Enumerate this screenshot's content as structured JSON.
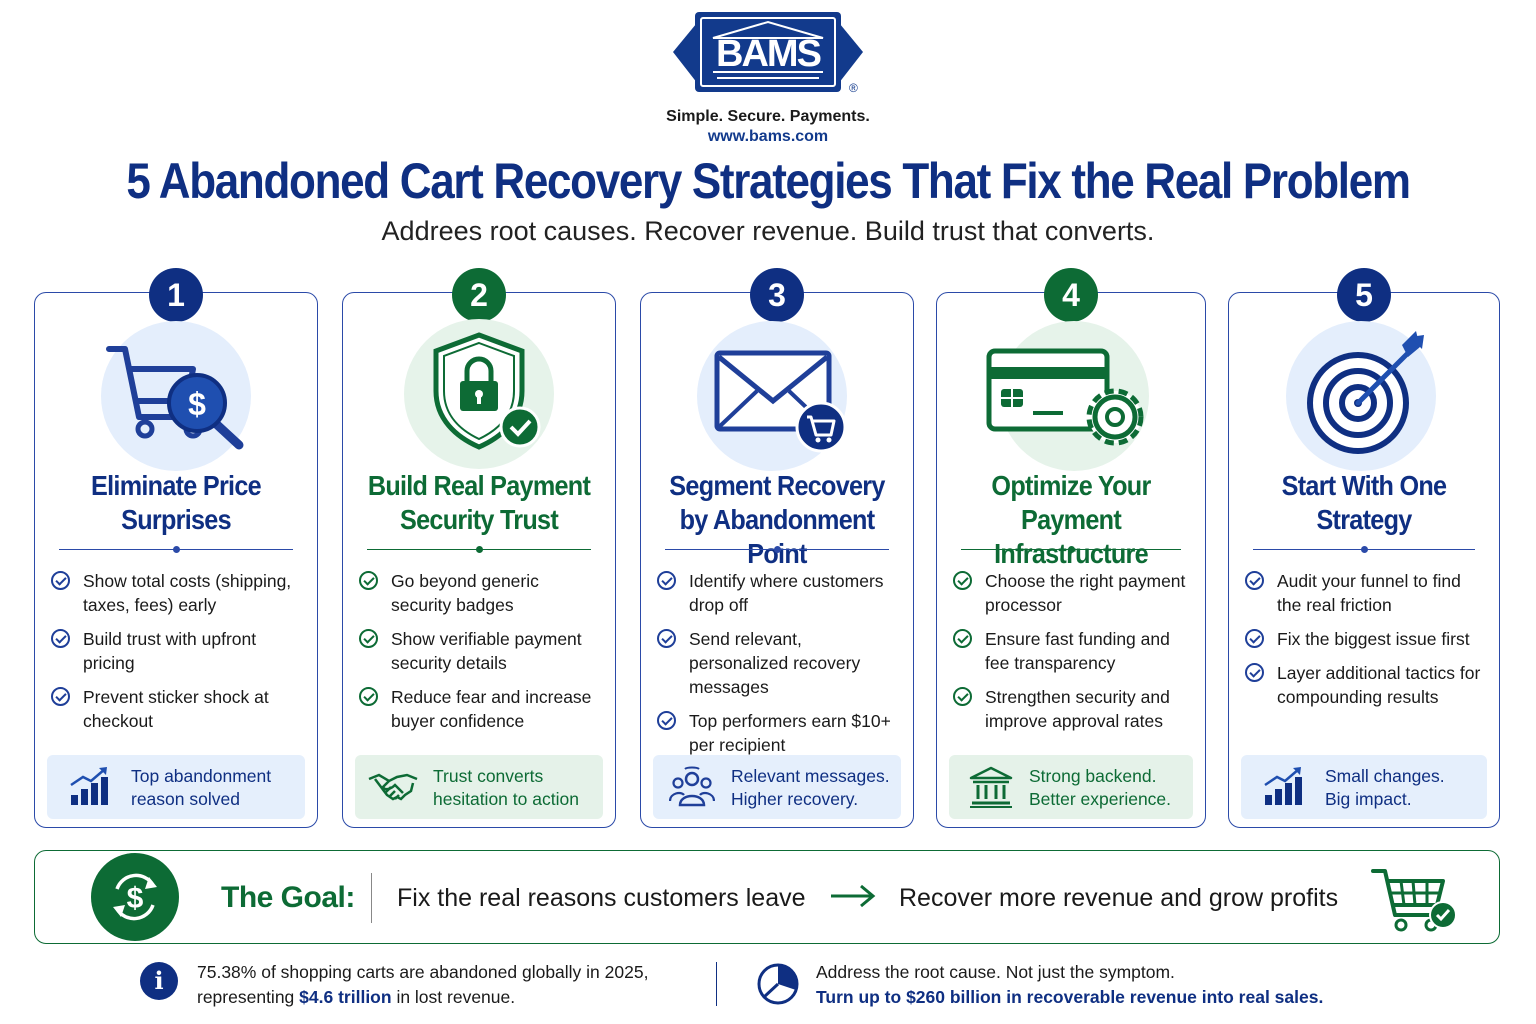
{
  "header": {
    "brand": "BAMS",
    "registered": "®",
    "tagline": "Simple. Secure. Payments.",
    "website": "www.bams.com",
    "title": "5 Abandoned Cart Recovery Strategies That Fix the Real Problem",
    "subtitle": "Addrees root causes. Recover revenue. Build trust that converts."
  },
  "colors": {
    "navy": "#0f2f82",
    "green": "#0d6b35",
    "light_blue": "#e4eefc",
    "light_green": "#e6f3ea"
  },
  "cards": [
    {
      "number": "1",
      "theme": "blue",
      "icon": "cart-magnify-dollar-icon",
      "title_line1": "Eliminate Price",
      "title_line2": "Surprises",
      "items": [
        "Show total costs (shipping, taxes, fees) early",
        "Build trust with upfront pricing",
        "Prevent sticker shock at checkout"
      ],
      "footer_icon": "growth-chart-icon",
      "footer_line1": "Top abandonment",
      "footer_line2": "reason solved"
    },
    {
      "number": "2",
      "theme": "green",
      "icon": "shield-lock-check-icon",
      "title_line1": "Build Real Payment",
      "title_line2": "Security Trust",
      "items": [
        "Go beyond generic security badges",
        "Show verifiable payment security details",
        "Reduce fear and increase buyer confidence"
      ],
      "footer_icon": "handshake-icon",
      "footer_line1": "Trust converts",
      "footer_line2": "hesitation to action"
    },
    {
      "number": "3",
      "theme": "blue",
      "icon": "envelope-cart-icon",
      "title_line1": "Segment Recovery",
      "title_line2": "by Abandonment Point",
      "items": [
        "Identify where customers drop off",
        "Send relevant, personalized recovery messages",
        "Top performers earn $10+ per recipient"
      ],
      "footer_icon": "people-group-icon",
      "footer_line1": "Relevant messages.",
      "footer_line2": "Higher recovery."
    },
    {
      "number": "4",
      "theme": "green",
      "icon": "card-gear-icon",
      "title_line1": "Optimize Your Payment",
      "title_line2": "Infrastructure",
      "items": [
        "Choose the right payment processor",
        "Ensure fast funding and fee transparency",
        "Strengthen security and improve approval rates"
      ],
      "footer_icon": "bank-icon",
      "footer_line1": "Strong backend.",
      "footer_line2": "Better experience."
    },
    {
      "number": "5",
      "theme": "blue",
      "icon": "target-arrow-icon",
      "title_line1": "Start With One",
      "title_line2": "Strategy",
      "items": [
        "Audit your funnel to find the real friction",
        "Fix the biggest issue first",
        "Layer additional tactics for compounding results"
      ],
      "footer_icon": "growth-chart-icon",
      "footer_line1": "Small changes.",
      "footer_line2": "Big impact."
    }
  ],
  "goal": {
    "label": "The Goal:",
    "text_from": "Fix the real reasons customers leave",
    "text_to": "Recover more revenue and grow profits"
  },
  "stats": {
    "left_line1": "75.38% of shopping carts are abandoned globally in 2025,",
    "left_prefix": "representing",
    "left_amount": "$4.6  trillion",
    "left_suffix": "in lost revenue.",
    "right_line1": "Address the root cause.  Not just the symptom.",
    "right_line2": "Turn up to $260 billion in recoverable revenue into real sales."
  }
}
